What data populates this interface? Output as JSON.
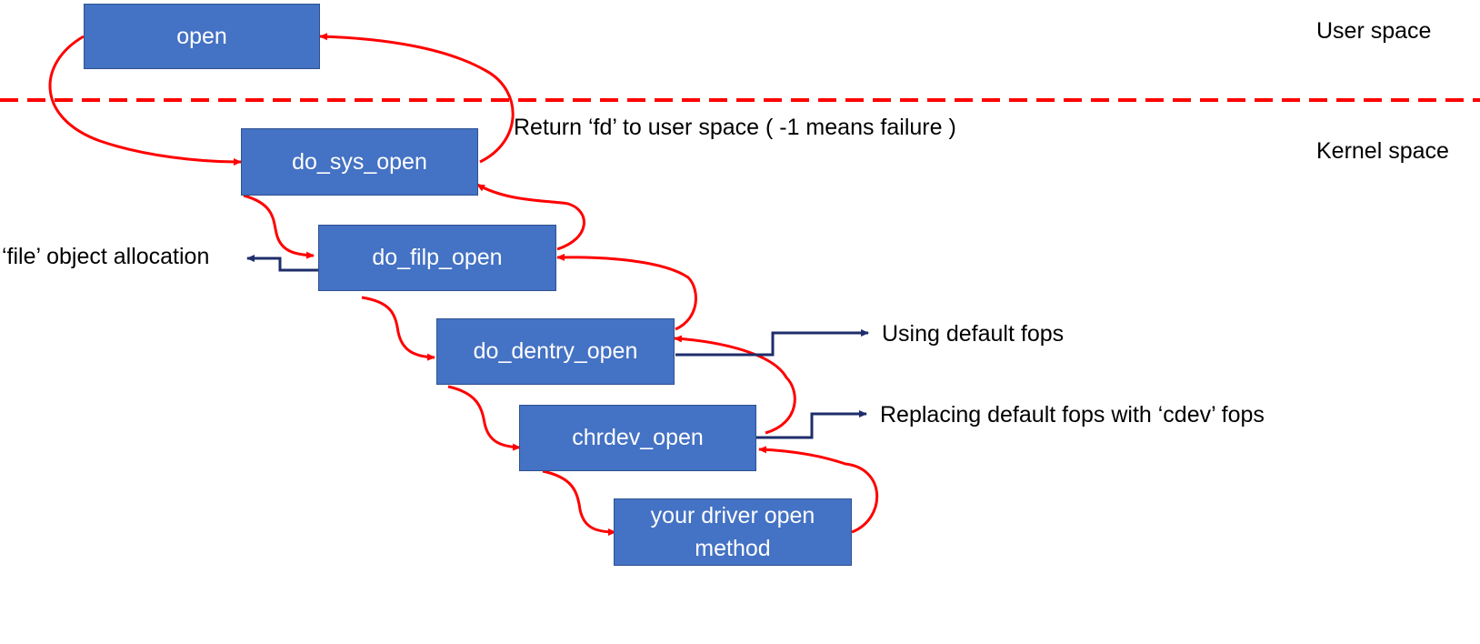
{
  "regions": {
    "user_space": "User space",
    "kernel_space": "Kernel space"
  },
  "nodes": {
    "open": "open",
    "do_sys_open": "do_sys_open",
    "do_filp_open": "do_filp_open",
    "do_dentry_open": "do_dentry_open",
    "chrdev_open": "chrdev_open",
    "driver_open": "your driver open method"
  },
  "annotations": {
    "return_fd": "Return ‘fd’ to user space ( -1 means failure )",
    "file_alloc": "‘file’ object allocation",
    "default_fops": "Using default fops",
    "replace_fops": "Replacing default fops with ‘cdev’ fops"
  },
  "colors": {
    "box_fill": "#4472c4",
    "call_arrow": "#ff0000",
    "boundary_line": "#ff0000",
    "note_arrow": "#1f2d6b"
  }
}
